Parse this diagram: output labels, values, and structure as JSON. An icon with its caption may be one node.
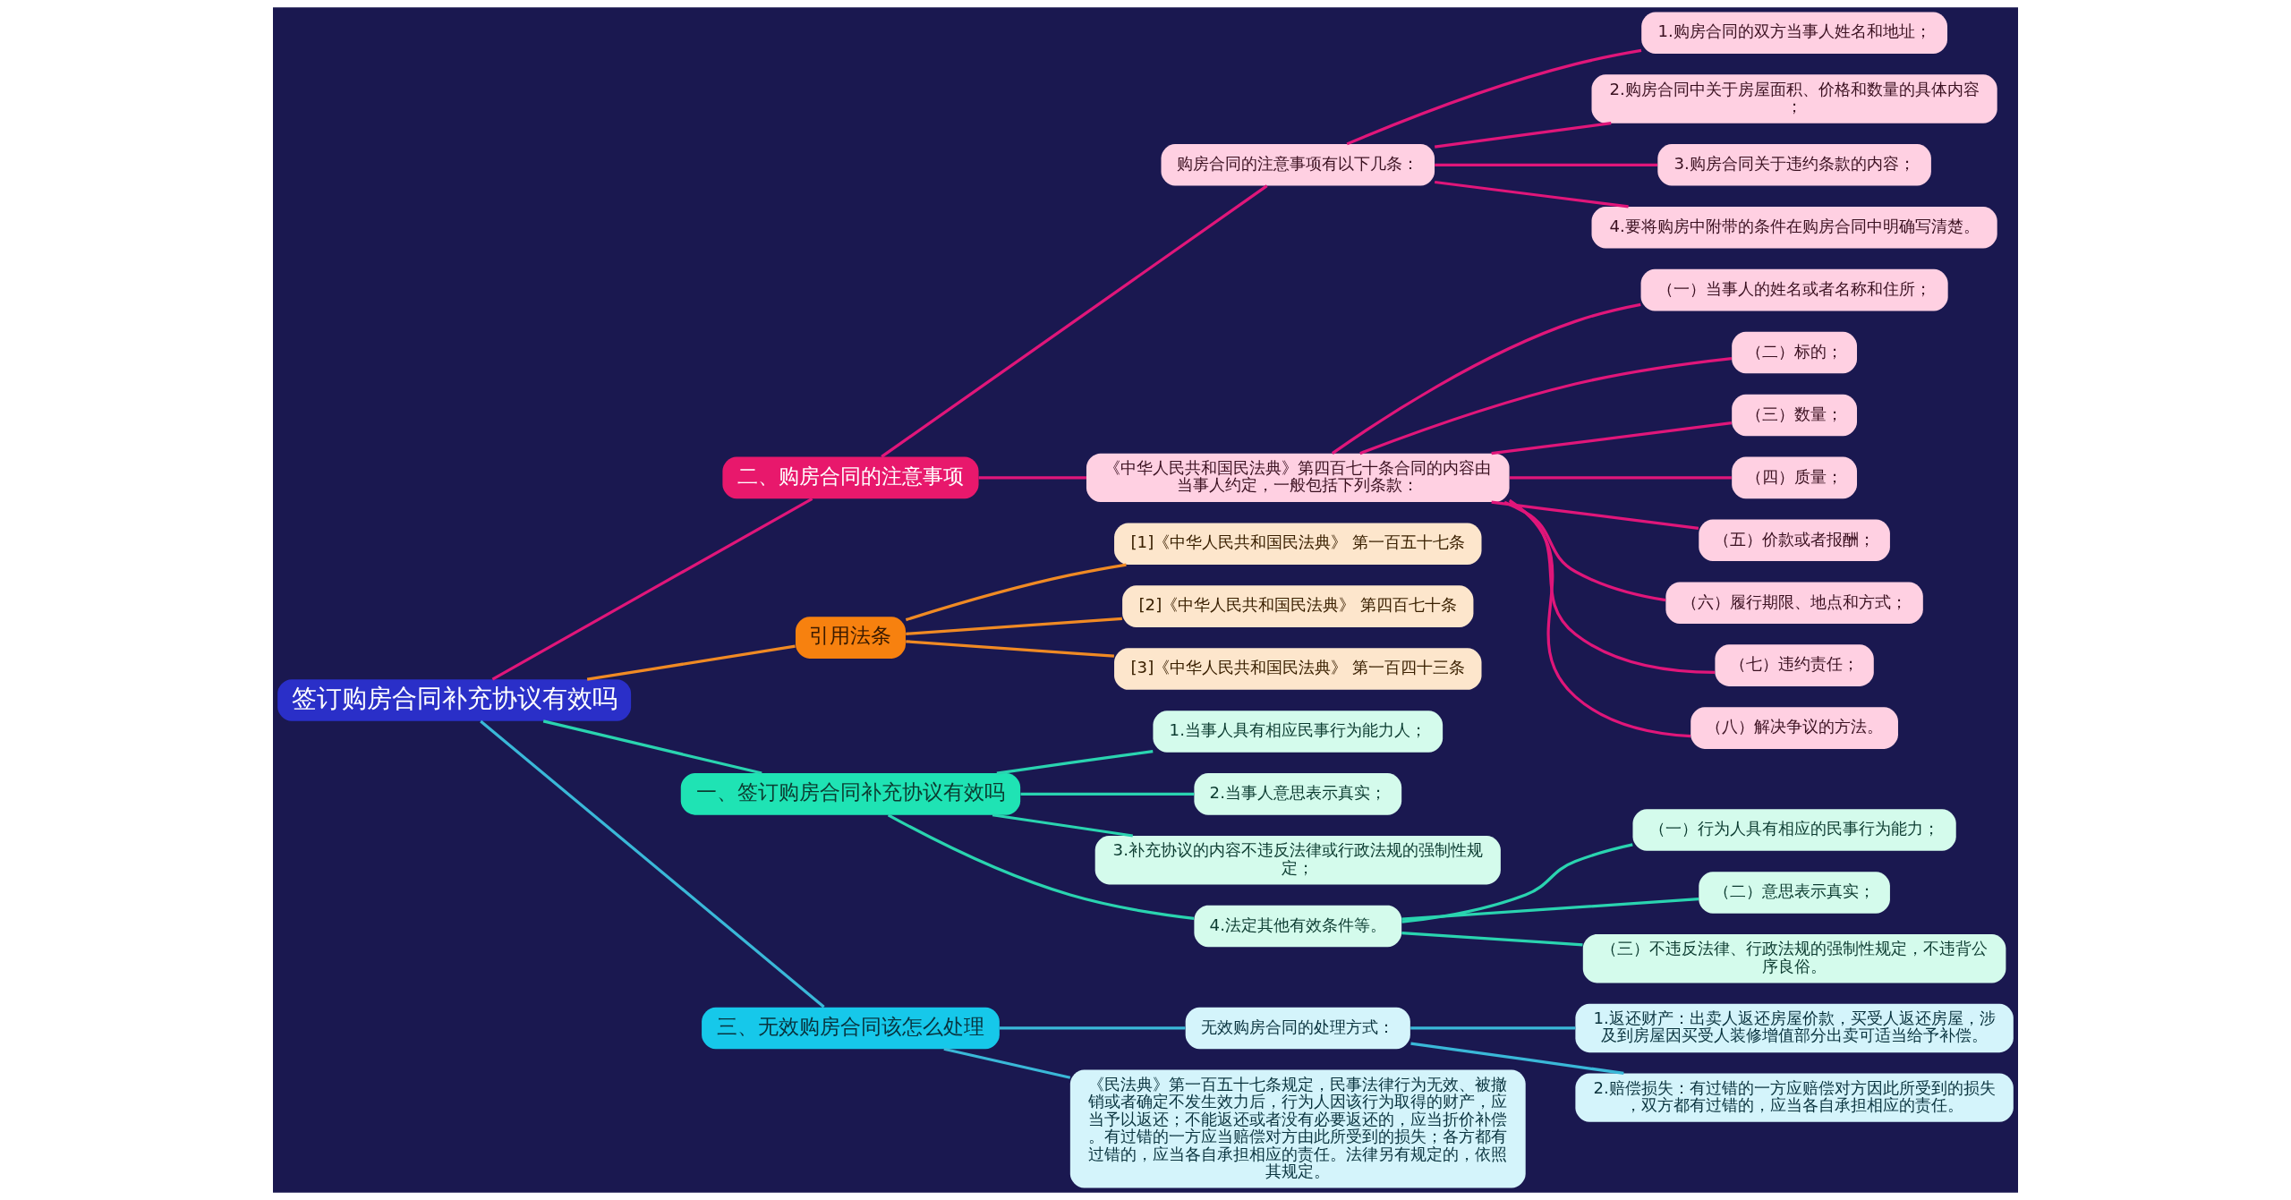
{
  "diagram": {
    "nodes": [
      {
        "text": [
          "签订购房合同补充协议有效吗"
        ]
      },
      {
        "text": [
          "二、购房合同的注意事项"
        ]
      },
      {
        "text": [
          "购房合同的注意事项有以下几条："
        ]
      },
      {
        "text": [
          "1.购房合同的双方当事人姓名和地址；"
        ]
      },
      {
        "text": [
          "2.购房合同中关于房屋面积、价格和数量的具体内容；"
        ]
      },
      {
        "text": [
          "3.购房合同关于违约条款的内容；"
        ]
      },
      {
        "text": [
          "4.要将购房中附带的条件在购房合同中明确写清楚。"
        ]
      },
      {
        "text": [
          "《中华人民共和国民法典》第四百七十条合同的内容由当事人约定，一般包括下列条款："
        ]
      },
      {
        "text": [
          "（一）当事人的姓名或者名称和住所；"
        ]
      },
      {
        "text": [
          "（二）标的；"
        ]
      },
      {
        "text": [
          "（三）数量；"
        ]
      },
      {
        "text": [
          "（四）质量；"
        ]
      },
      {
        "text": [
          "（五）价款或者报酬；"
        ]
      },
      {
        "text": [
          "（六）履行期限、地点和方式；"
        ]
      },
      {
        "text": [
          "（七）违约责任；"
        ]
      },
      {
        "text": [
          "（八）解决争议的方法。"
        ]
      },
      {
        "text": [
          "引用法条"
        ]
      },
      {
        "text": [
          "[1]《中华人民共和国民法典》 第一百五十七条"
        ]
      },
      {
        "text": [
          "[2]《中华人民共和国民法典》 第四百七十条"
        ]
      },
      {
        "text": [
          "[3]《中华人民共和国民法典》 第一百四十三条"
        ]
      },
      {
        "text": [
          "一、签订购房合同补充协议有效吗"
        ]
      },
      {
        "text": [
          "1.当事人具有相应民事行为能力人；"
        ]
      },
      {
        "text": [
          "2.当事人意思表示真实；"
        ]
      },
      {
        "text": [
          "3.补充协议的内容不违反法律或行政法规的强制性规定；"
        ]
      },
      {
        "text": [
          "4.法定其他有效条件等。"
        ]
      },
      {
        "text": [
          "（一）行为人具有相应的民事行为能力；"
        ]
      },
      {
        "text": [
          "（二）意思表示真实；"
        ]
      },
      {
        "text": [
          "（三）不违反法律、行政法规的强制性规定，不违背公序良俗。"
        ]
      },
      {
        "text": [
          "三、无效购房合同该怎么处理"
        ]
      },
      {
        "text": [
          "无效购房合同的处理方式："
        ]
      },
      {
        "text": [
          "1.返还财产：出卖人返还房屋价款，买受人返还房屋，涉及到房屋因买受人装修增值部分出卖可适当给予补偿。"
        ]
      },
      {
        "text": [
          "2.赔偿损失：有过错的一方应赔偿对方因此所受到的损失，双方都有过错的，应当各自承担相应的责任。"
        ]
      },
      {
        "text": [
          "《民法典》第一百五十七条规定，民事法律行为无效、被撤销或者确定不发生效力后，行为人因该行为取得的财产，应当予以返还；不能返还或者没有必要返还的，应当折价补偿。有过错的一方应当赔偿对方由此所受到的损失；各方都有过错的，应当各自承担相应的责任。法律另有规定的，依照其规定。"
        ]
      }
    ],
    "edges": [
      {
        "from": 0,
        "to": 1,
        "arrow": "none",
        "color": "#e0167a"
      },
      {
        "from": 1,
        "to": 2,
        "arrow": "none",
        "color": "#e0167a"
      },
      {
        "from": 2,
        "to": 3,
        "arrow": "none",
        "color": "#e0167a"
      },
      {
        "from": 2,
        "to": 4,
        "arrow": "none",
        "color": "#e0167a"
      },
      {
        "from": 2,
        "to": 5,
        "arrow": "none",
        "color": "#e0167a"
      },
      {
        "from": 2,
        "to": 6,
        "arrow": "none",
        "color": "#e0167a"
      },
      {
        "from": 1,
        "to": 7,
        "arrow": "none",
        "color": "#e0167a"
      },
      {
        "from": 7,
        "to": 8,
        "arrow": "none",
        "color": "#e0167a"
      },
      {
        "from": 7,
        "to": 9,
        "arrow": "none",
        "color": "#e0167a"
      },
      {
        "from": 7,
        "to": 10,
        "arrow": "none",
        "color": "#e0167a"
      },
      {
        "from": 7,
        "to": 11,
        "arrow": "none",
        "color": "#e0167a"
      },
      {
        "from": 7,
        "to": 12,
        "arrow": "none",
        "color": "#e0167a"
      },
      {
        "from": 7,
        "to": 13,
        "arrow": "none",
        "color": "#e0167a"
      },
      {
        "from": 7,
        "to": 14,
        "arrow": "none",
        "color": "#e0167a"
      },
      {
        "from": 7,
        "to": 15,
        "arrow": "none",
        "color": "#e0167a"
      },
      {
        "from": 0,
        "to": 16,
        "arrow": "none",
        "color": "#f08a24"
      },
      {
        "from": 16,
        "to": 17,
        "arrow": "none",
        "color": "#f08a24"
      },
      {
        "from": 16,
        "to": 18,
        "arrow": "none",
        "color": "#f08a24"
      },
      {
        "from": 16,
        "to": 19,
        "arrow": "none",
        "color": "#f08a24"
      },
      {
        "from": 0,
        "to": 20,
        "arrow": "none",
        "color": "#2ad4b0"
      },
      {
        "from": 20,
        "to": 21,
        "arrow": "none",
        "color": "#2ad4b0"
      },
      {
        "from": 20,
        "to": 22,
        "arrow": "none",
        "color": "#2ad4b0"
      },
      {
        "from": 20,
        "to": 23,
        "arrow": "none",
        "color": "#2ad4b0"
      },
      {
        "from": 20,
        "to": 24,
        "arrow": "none",
        "color": "#2ad4b0"
      },
      {
        "from": 24,
        "to": 25,
        "arrow": "none",
        "color": "#2ad4b0"
      },
      {
        "from": 24,
        "to": 26,
        "arrow": "none",
        "color": "#2ad4b0"
      },
      {
        "from": 24,
        "to": 27,
        "arrow": "none",
        "color": "#2ad4b0"
      },
      {
        "from": 0,
        "to": 28,
        "arrow": "none",
        "color": "#3ab8d8"
      },
      {
        "from": 28,
        "to": 29,
        "arrow": "none",
        "color": "#3ab8d8"
      },
      {
        "from": 29,
        "to": 30,
        "arrow": "none",
        "color": "#3ab8d8"
      },
      {
        "from": 29,
        "to": 31,
        "arrow": "none",
        "color": "#3ab8d8"
      },
      {
        "from": 28,
        "to": 32,
        "arrow": "none",
        "color": "#3ab8d8"
      }
    ]
  }
}
